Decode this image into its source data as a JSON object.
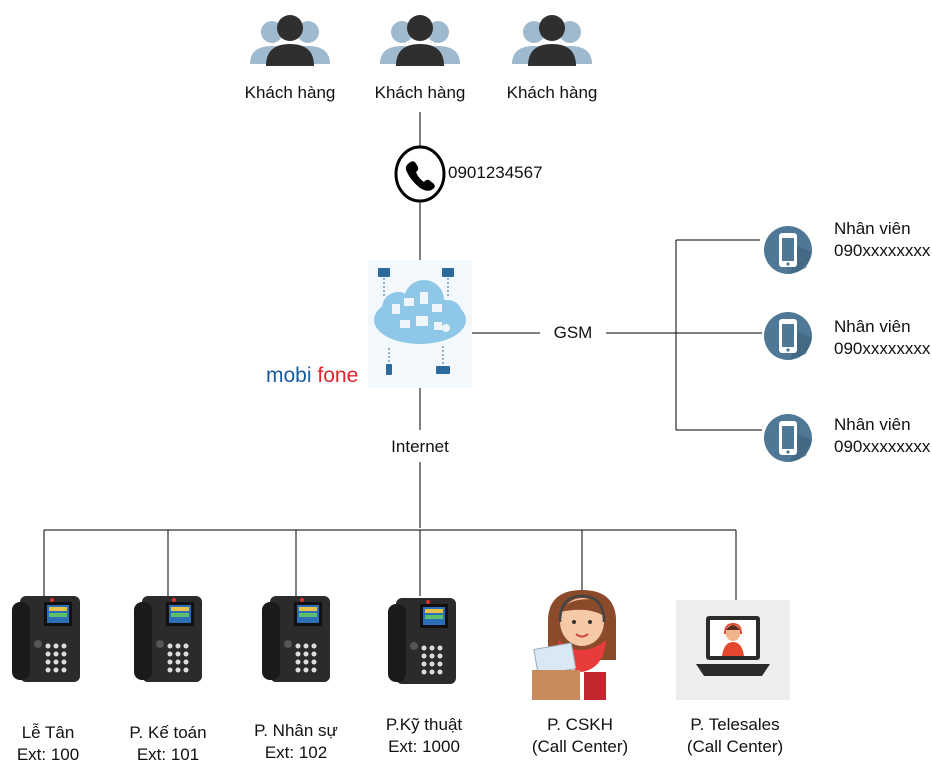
{
  "customers": [
    {
      "label": "Khách hàng"
    },
    {
      "label": "Khách hàng"
    },
    {
      "label": "Khách hàng"
    }
  ],
  "hotline": {
    "number": "0901234567"
  },
  "provider": {
    "logo_text": "mobifone"
  },
  "links": {
    "internet": "Internet",
    "gsm": "GSM"
  },
  "mobile_staff": [
    {
      "title": "Nhân viên",
      "number": "090xxxxxxxx"
    },
    {
      "title": "Nhân viên",
      "number": "090xxxxxxxx"
    },
    {
      "title": "Nhân viên",
      "number": "090xxxxxxxx"
    }
  ],
  "departments": [
    {
      "name": "Lễ Tân",
      "detail": "Ext: 100",
      "icon": "desk-phone-icon"
    },
    {
      "name": "P. Kế toán",
      "detail": "Ext: 101",
      "icon": "desk-phone-icon"
    },
    {
      "name": "P. Nhân sự",
      "detail": "Ext: 102",
      "icon": "desk-phone-icon"
    },
    {
      "name": "P.Kỹ thuật",
      "detail": "Ext: 1000",
      "icon": "desk-phone-icon"
    },
    {
      "name": "P. CSKH",
      "detail": "(Call Center)",
      "icon": "call-center-agent-icon"
    },
    {
      "name": "P. Telesales",
      "detail": "(Call Center)",
      "icon": "telesales-laptop-icon"
    }
  ],
  "colors": {
    "line": "#000000",
    "customer_front": "#2f2f2f",
    "customer_back": "#9fb9cf",
    "mobile_circle": "#4e7896",
    "mobifone_blue": "#1a5a9e",
    "mobifone_red": "#e4242b",
    "cloud": "#8ec7e8"
  }
}
